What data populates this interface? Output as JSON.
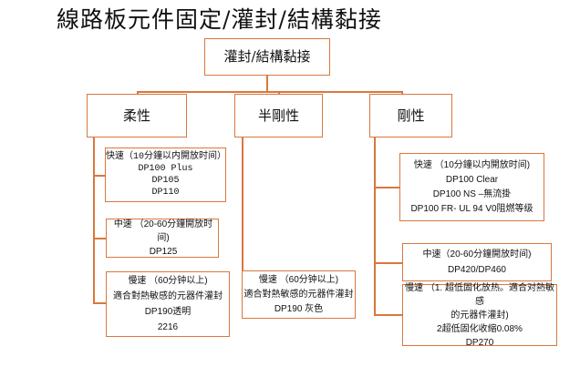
{
  "title": "線路板元件固定/灌封/結構黏接",
  "root": "灌封/結構黏接",
  "branches": [
    {
      "label": "柔性",
      "items": [
        {
          "lines": [
            "快速（10分鐘以内開放时间）",
            "DP100 Plus",
            "DP105",
            "DP110"
          ]
        },
        {
          "lines": [
            "中速 （20-60分鐘開放时间)",
            "DP125"
          ]
        },
        {
          "lines": [
            "慢速 （60分钟以上)",
            "適合對熱敏感的元器件灌封",
            "DP190透明",
            "2216"
          ]
        }
      ]
    },
    {
      "label": "半剛性",
      "items": [
        {
          "lines": [
            "慢速 （60分钟以上)",
            "適合對熱敏感的元器件灌封",
            "DP190 灰色"
          ]
        }
      ]
    },
    {
      "label": "剛性",
      "items": [
        {
          "lines": [
            "快速 （10分鐘以内開放时间)",
            "DP100 Clear",
            "DP100 NS –無流掛",
            "DP100 FR- UL 94 V0阻燃等级"
          ]
        },
        {
          "lines": [
            "中速（20-60分鐘開放时间)",
            "DP420/DP460"
          ]
        },
        {
          "lines": [
            "慢速 （1. 超低固化放热。適合对熱敏感",
            "的元器件灌封)",
            "2超低固化收缩0.08%",
            "DP270"
          ]
        }
      ]
    }
  ]
}
